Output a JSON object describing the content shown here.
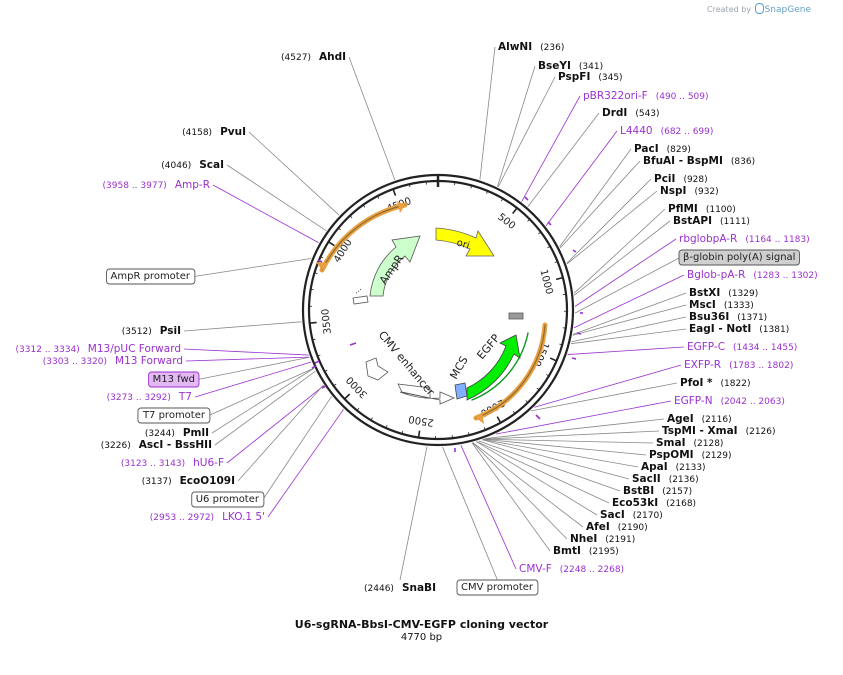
{
  "credit": {
    "prefix": "Created by",
    "brand": "SnapGene"
  },
  "map": {
    "title": "U6-sgRNA-BbsI-CMV-EGFP cloning vector",
    "length_label": "4770 bp",
    "length_bp": 4770
  },
  "ticks": [
    "500",
    "1000",
    "1500",
    "2000",
    "2500",
    "3000",
    "3500",
    "4000",
    "4500"
  ],
  "enzymes": [
    {
      "pos": "(236)",
      "name": "AlwNI",
      "order": "name-first"
    },
    {
      "pos": "(341)",
      "name": "BseYI",
      "order": "name-first"
    },
    {
      "pos": "(345)",
      "name": "PspFI",
      "order": "name-first"
    },
    {
      "pos": "(543)",
      "name": "DrdI",
      "order": "name-first"
    },
    {
      "pos": "(829)",
      "name": "PacI",
      "order": "name-first"
    },
    {
      "pos": "(836)",
      "name": "BfuAI - BspMI",
      "order": "name-first"
    },
    {
      "pos": "(928)",
      "name": "PciI",
      "order": "name-first"
    },
    {
      "pos": "(932)",
      "name": "NspI",
      "order": "name-first"
    },
    {
      "pos": "(1100)",
      "name": "PflMI",
      "order": "name-first"
    },
    {
      "pos": "(1111)",
      "name": "BstAPI",
      "order": "name-first"
    },
    {
      "pos": "(1329)",
      "name": "BstXI",
      "order": "name-first"
    },
    {
      "pos": "(1333)",
      "name": "MscI",
      "order": "name-first"
    },
    {
      "pos": "(1371)",
      "name": "Bsu36I",
      "order": "name-first"
    },
    {
      "pos": "(1381)",
      "name": "EagI - NotI",
      "order": "name-first"
    },
    {
      "pos": "(1822)",
      "name": "PfoI *",
      "order": "name-first"
    },
    {
      "pos": "(2116)",
      "name": "AgeI",
      "order": "name-first"
    },
    {
      "pos": "(2126)",
      "name": "TspMI - XmaI",
      "order": "name-first"
    },
    {
      "pos": "(2128)",
      "name": "SmaI",
      "order": "name-first"
    },
    {
      "pos": "(2129)",
      "name": "PspOMI",
      "order": "name-first"
    },
    {
      "pos": "(2133)",
      "name": "ApaI",
      "order": "name-first"
    },
    {
      "pos": "(2136)",
      "name": "SacII",
      "order": "name-first"
    },
    {
      "pos": "(2157)",
      "name": "BstBI",
      "order": "name-first"
    },
    {
      "pos": "(2168)",
      "name": "Eco53kI",
      "order": "name-first"
    },
    {
      "pos": "(2170)",
      "name": "SacI",
      "order": "name-first"
    },
    {
      "pos": "(2190)",
      "name": "AfeI",
      "order": "name-first"
    },
    {
      "pos": "(2191)",
      "name": "NheI",
      "order": "name-first"
    },
    {
      "pos": "(2195)",
      "name": "BmtI",
      "order": "name-first"
    },
    {
      "pos": "(2446)",
      "name": "SnaBI",
      "order": "pos-first"
    },
    {
      "pos": "(4527)",
      "name": "AhdI",
      "order": "pos-first"
    },
    {
      "pos": "(4158)",
      "name": "PvuI",
      "order": "pos-first"
    },
    {
      "pos": "(4046)",
      "name": "ScaI",
      "order": "pos-first"
    },
    {
      "pos": "(3512)",
      "name": "PsiI",
      "order": "pos-first"
    },
    {
      "pos": "(3244)",
      "name": "PmlI",
      "order": "pos-first"
    },
    {
      "pos": "(3226)",
      "name": "AscI - BssHII",
      "order": "pos-first"
    },
    {
      "pos": "(3137)",
      "name": "EcoO109I",
      "order": "pos-first"
    }
  ],
  "primers": [
    {
      "name": "pBR322ori-F",
      "range": "(490 .. 509)",
      "order": "name-first"
    },
    {
      "name": "L4440",
      "range": "(682 .. 699)",
      "order": "name-first"
    },
    {
      "name": "rbglobpA-R",
      "range": "(1164 .. 1183)",
      "order": "name-first"
    },
    {
      "name": "Bglob-pA-R",
      "range": "(1283 .. 1302)",
      "order": "name-first"
    },
    {
      "name": "EGFP-C",
      "range": "(1434 .. 1455)",
      "order": "name-first"
    },
    {
      "name": "EXFP-R",
      "range": "(1783 .. 1802)",
      "order": "name-first"
    },
    {
      "name": "EGFP-N",
      "range": "(2042 .. 2063)",
      "order": "name-first"
    },
    {
      "name": "CMV-F",
      "range": "(2248 .. 2268)",
      "order": "name-first"
    },
    {
      "name": "Amp-R",
      "range": "(3958 .. 3977)",
      "order": "range-first"
    },
    {
      "name": "M13/pUC Forward",
      "range": "(3312 .. 3334)",
      "order": "range-first"
    },
    {
      "name": "M13 Forward",
      "range": "(3303 .. 3320)",
      "order": "range-first"
    },
    {
      "name": "T7",
      "range": "(3273 .. 3292)",
      "order": "range-first"
    },
    {
      "name": "hU6-F",
      "range": "(3123 .. 3143)",
      "order": "range-first"
    },
    {
      "name": "LKO.1 5'",
      "range": "(2953 .. 2972)",
      "order": "range-first"
    }
  ],
  "feature_boxes": [
    {
      "label": "AmpR promoter",
      "style": "outline"
    },
    {
      "label": "β-globin poly(A) signal",
      "style": "gray"
    },
    {
      "label": "M13 fwd",
      "style": "purple"
    },
    {
      "label": "T7 promoter",
      "style": "outline"
    },
    {
      "label": "U6 promoter",
      "style": "outline"
    },
    {
      "label": "CMV promoter",
      "style": "outline"
    }
  ],
  "features": [
    {
      "label": "ori",
      "color": "#ffff00"
    },
    {
      "label": "AmpR",
      "color": "#ccffcc"
    },
    {
      "label": "EGFP",
      "color": "#00ee00"
    },
    {
      "label": "MCS",
      "color": "#80b0ff"
    },
    {
      "label": "CMV enhancer",
      "color": "#ffffff"
    },
    {
      "label": "...",
      "color": "#ffffff"
    }
  ]
}
